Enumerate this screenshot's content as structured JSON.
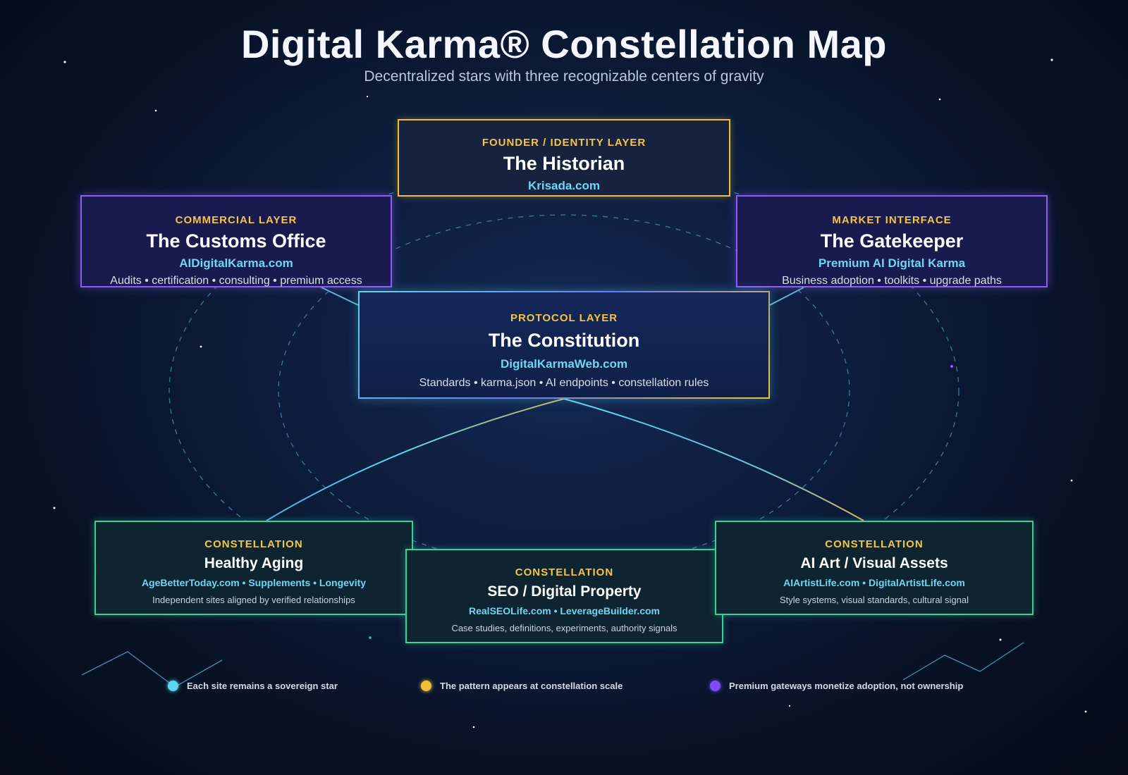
{
  "header": {
    "title": "Digital Karma® Constellation Map",
    "subtitle": "Decentralized stars with three recognizable centers of gravity"
  },
  "nodes": {
    "historian": {
      "label": "FOUNDER / IDENTITY LAYER",
      "name": "The Historian",
      "site": "Krisada.com"
    },
    "customs": {
      "label": "COMMERCIAL LAYER",
      "name": "The Customs Office",
      "site": "AIDigitalKarma.com",
      "desc": "Audits • certification • consulting • premium access"
    },
    "gatekeeper": {
      "label": "MARKET INTERFACE",
      "name": "The Gatekeeper",
      "site": "Premium AI Digital Karma",
      "desc": "Business adoption • toolkits • upgrade paths"
    },
    "constitution": {
      "label": "PROTOCOL LAYER",
      "name": "The Constitution",
      "site": "DigitalKarmaWeb.com",
      "desc": "Standards • karma.json • AI endpoints • constellation rules"
    },
    "aging": {
      "label": "CONSTELLATION",
      "name": "Healthy Aging",
      "site": "AgeBetterToday.com • Supplements • Longevity",
      "desc": "Independent sites aligned by verified relationships"
    },
    "seo": {
      "label": "CONSTELLATION",
      "name": "SEO / Digital Property",
      "site": "RealSEOLife.com • LeverageBuilder.com",
      "desc": "Case studies, definitions, experiments, authority signals"
    },
    "art": {
      "label": "CONSTELLATION",
      "name": "AI Art / Visual Assets",
      "site": "AIArtistLife.com • DigitalArtistLife.com",
      "desc": "Style systems, visual standards, cultural signal"
    }
  },
  "legend": [
    {
      "text": "Each site remains a sovereign star",
      "color": "#5fd4f0"
    },
    {
      "text": "The pattern appears at constellation scale",
      "color": "#f0bf39"
    },
    {
      "text": "Premium gateways monetize adoption, not ownership",
      "color": "#7c4dff"
    }
  ],
  "colors": {
    "gold": "#f0bf39",
    "cyan": "#5fd4f0",
    "violet": "#8b5cf6",
    "green": "#34d399"
  }
}
